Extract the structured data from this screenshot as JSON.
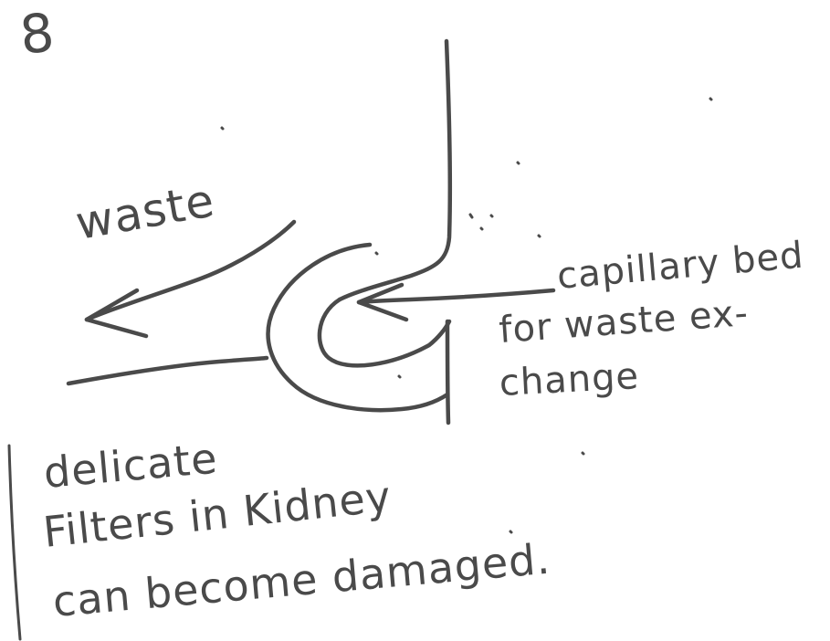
{
  "page_number": "8",
  "diagram": {
    "waste_label": "waste",
    "capillary_caption": [
      "capillary bed",
      "for waste ex-",
      "change"
    ]
  },
  "note": [
    "delicate",
    "Filters in Kidney",
    "can become damaged."
  ],
  "colors": {
    "ink": "#4a4a4a",
    "paper": "#ffffff"
  }
}
